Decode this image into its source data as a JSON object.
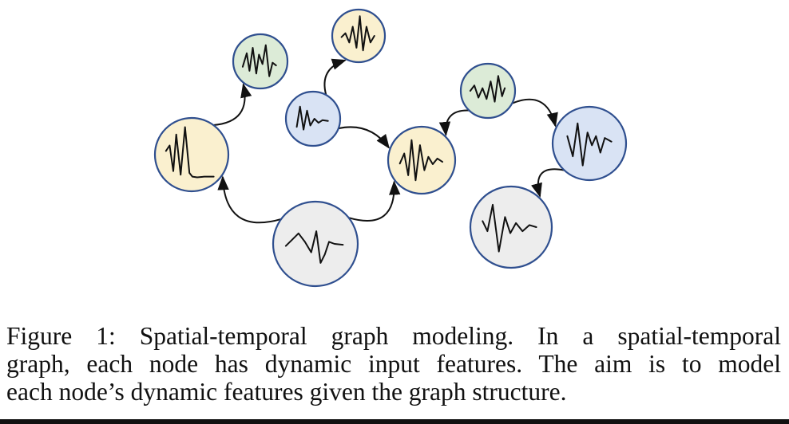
{
  "caption": {
    "lines": [
      "Figure 1: Spatial-temporal graph modeling. In a spatial-temporal",
      "graph, each node has dynamic input features. The aim is to model",
      "each node’s dynamic features given the graph structure."
    ]
  },
  "colors": {
    "yellow": "#FAF0CF",
    "green": "#DCEBD7",
    "blue": "#D9E3F4",
    "gray": "#EDEDED",
    "node_border": "#2F4F8F",
    "edge": "#111111",
    "signal": "#111111"
  },
  "diagram": {
    "nodes": [
      {
        "id": "n1",
        "fill": "yellow"
      },
      {
        "id": "n2",
        "fill": "green"
      },
      {
        "id": "n3",
        "fill": "yellow"
      },
      {
        "id": "n4",
        "fill": "blue"
      },
      {
        "id": "n5",
        "fill": "yellow"
      },
      {
        "id": "n6",
        "fill": "green"
      },
      {
        "id": "n7",
        "fill": "blue"
      },
      {
        "id": "n8",
        "fill": "gray"
      },
      {
        "id": "n9",
        "fill": "gray"
      }
    ],
    "edges": [
      {
        "from": "n1",
        "to": "n2"
      },
      {
        "from": "n4",
        "to": "n3"
      },
      {
        "from": "n4",
        "to": "n5"
      },
      {
        "from": "n6",
        "to": "n5"
      },
      {
        "from": "n6",
        "to": "n7"
      },
      {
        "from": "n7",
        "to": "n9"
      },
      {
        "from": "n8",
        "to": "n1"
      },
      {
        "from": "n8",
        "to": "n5"
      }
    ]
  }
}
